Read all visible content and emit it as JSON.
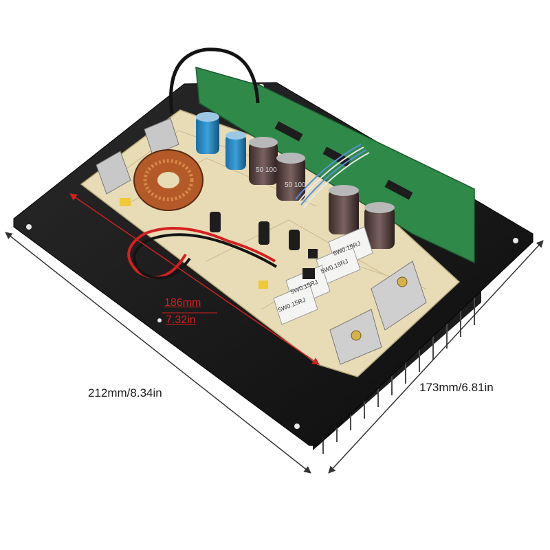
{
  "image": {
    "subject": "amplifier board on black heatsink plate",
    "background_color": "#ffffff"
  },
  "dimensions": {
    "plate_width": "212mm/8.34in",
    "plate_depth": "173mm/6.81in",
    "pcb_length_mm": "186mm",
    "pcb_length_in": "7.32in"
  },
  "colors": {
    "plate": "#141414",
    "pcb": "#e7dcb6",
    "daughter_board": "#2f8a4a",
    "dimension_line": "#333333",
    "pcb_measure_line": "#d32020"
  },
  "resistor_labels": [
    "5W0.15RJ",
    "5W0.15RJ",
    "5W0.15RJ",
    "5W0.15RJ"
  ],
  "capacitor_labels": [
    "50 100",
    "50 100"
  ]
}
